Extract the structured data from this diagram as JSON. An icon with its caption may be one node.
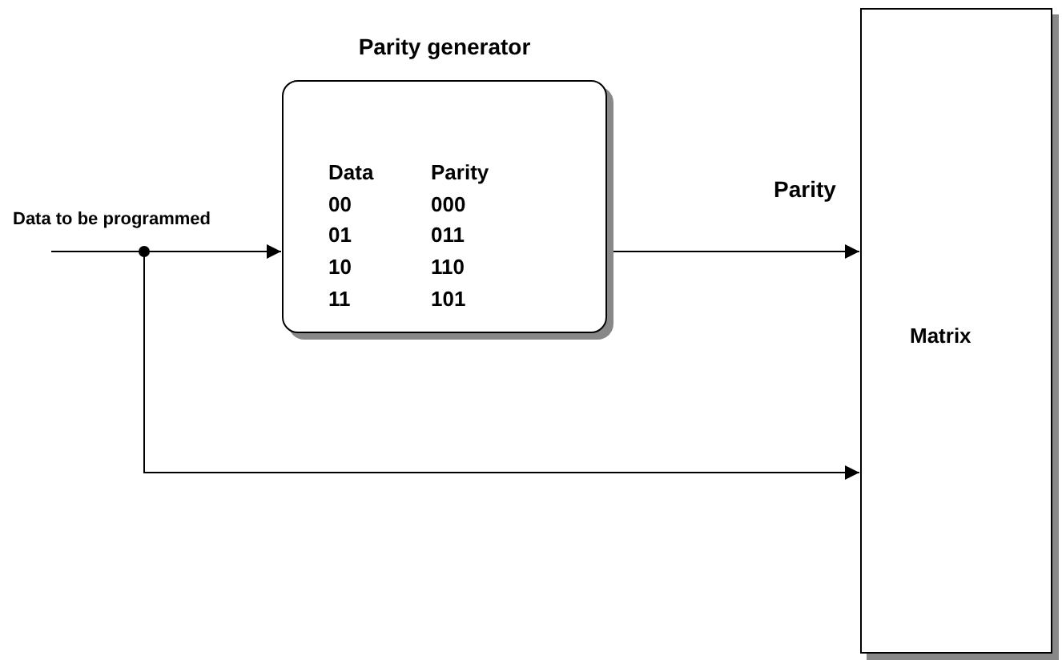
{
  "diagram": {
    "nodes": [
      {
        "text": [
          "Parity generator",
          "Data",
          "Parity",
          "00",
          "000",
          "01",
          "011",
          "10",
          "110",
          "11",
          "101"
        ]
      },
      {
        "text": [
          "Matrix"
        ]
      }
    ],
    "edges": [
      {
        "from": null,
        "to": 0,
        "arrow": "to",
        "label": "Data to be programmed"
      },
      {
        "from": null,
        "to": 1,
        "arrow": "to"
      },
      {
        "from": 0,
        "to": 1,
        "arrow": "to",
        "label": "Parity"
      }
    ]
  }
}
